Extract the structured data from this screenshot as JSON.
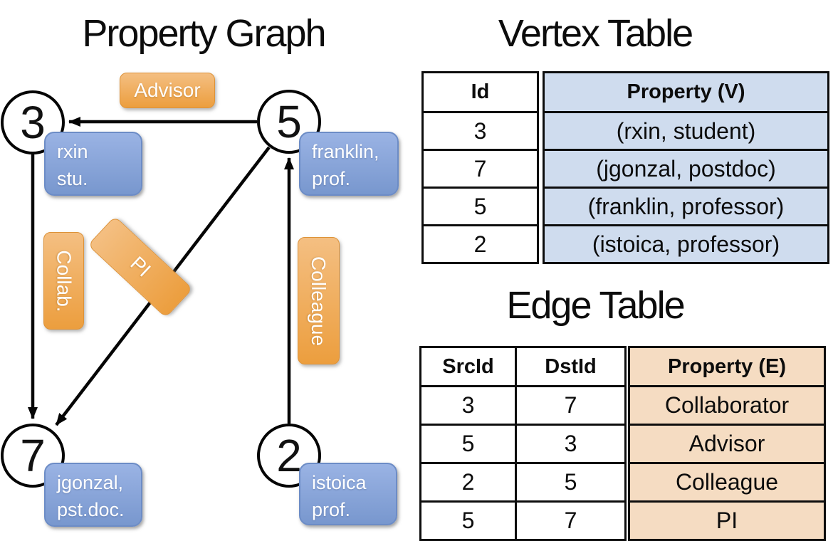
{
  "graph": {
    "title": "Property Graph",
    "nodes": [
      {
        "id": "3",
        "label_line1": "rxin",
        "label_line2": "stu."
      },
      {
        "id": "5",
        "label_line1": "franklin,",
        "label_line2": "prof."
      },
      {
        "id": "7",
        "label_line1": "jgonzal,",
        "label_line2": "pst.doc."
      },
      {
        "id": "2",
        "label_line1": "istoica",
        "label_line2": "prof."
      }
    ],
    "edge_labels": {
      "advisor": "Advisor",
      "collab": "Collab.",
      "pi": "PI",
      "colleague": "Colleague"
    },
    "edges": [
      {
        "src": "5",
        "dst": "3",
        "label": "Advisor"
      },
      {
        "src": "3",
        "dst": "7",
        "label": "Collab."
      },
      {
        "src": "5",
        "dst": "7",
        "label": "PI"
      },
      {
        "src": "2",
        "dst": "5",
        "label": "Colleague"
      }
    ]
  },
  "vertex_table": {
    "title": "Vertex Table",
    "headers": {
      "id": "Id",
      "property": "Property (V)"
    },
    "rows": [
      {
        "id": "3",
        "property": "(rxin, student)"
      },
      {
        "id": "7",
        "property": "(jgonzal, postdoc)"
      },
      {
        "id": "5",
        "property": "(franklin, professor)"
      },
      {
        "id": "2",
        "property": "(istoica, professor)"
      }
    ]
  },
  "edge_table": {
    "title": "Edge Table",
    "headers": {
      "src": "SrcId",
      "dst": "DstId",
      "property": "Property (E)"
    },
    "rows": [
      {
        "src": "3",
        "dst": "7",
        "property": "Collaborator"
      },
      {
        "src": "5",
        "dst": "3",
        "property": "Advisor"
      },
      {
        "src": "2",
        "dst": "5",
        "property": "Colleague"
      },
      {
        "src": "5",
        "dst": "7",
        "property": "PI"
      }
    ]
  },
  "colors": {
    "edge_label_orange": "#ec9e3e",
    "vertex_box_blue": "#7897ce",
    "vertex_table_fill": "#cfdcee",
    "edge_table_fill": "#f5dcc2",
    "line_black": "#050505"
  }
}
